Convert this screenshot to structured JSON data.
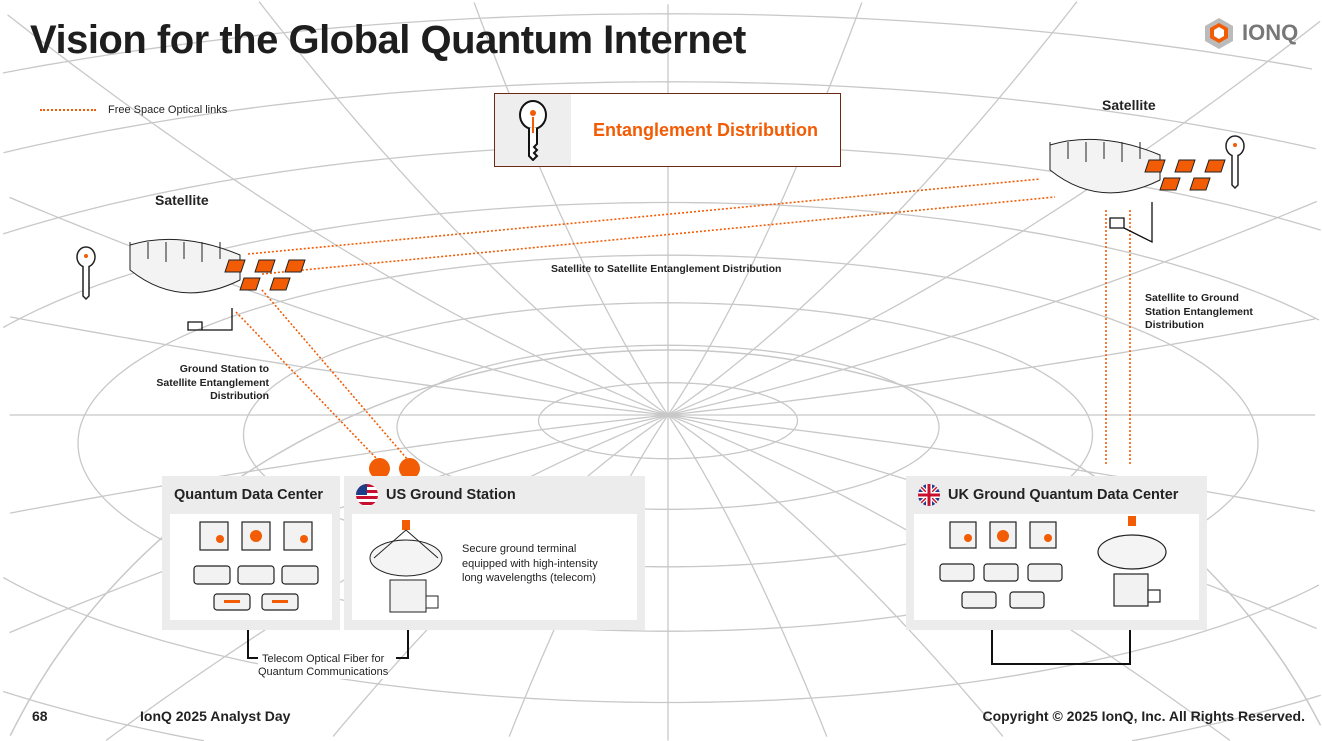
{
  "title": "Vision for the Global Quantum Internet",
  "logo": {
    "text": "IONQ",
    "accent": "#f25c05"
  },
  "legend": {
    "label": "Free Space Optical links"
  },
  "entanglement_box": {
    "label": "Entanglement Distribution"
  },
  "satellites": {
    "left": "Satellite",
    "right": "Satellite"
  },
  "links": {
    "sat_to_sat": "Satellite to Satellite Entanglement Distribution",
    "ground_to_sat": [
      "Ground Station to",
      "Satellite Entanglement",
      "Distribution"
    ],
    "sat_to_ground": [
      "Satellite to Ground",
      "Station Entanglement",
      "Distribution"
    ],
    "fiber": [
      "Telecom Optical Fiber for",
      "Quantum Communications"
    ]
  },
  "panels": {
    "qdc": {
      "title": "Quantum Data Center"
    },
    "us": {
      "title": "US Ground Station",
      "description": [
        "Secure ground terminal",
        "equipped with high-intensity",
        "long wavelengths (telecom)"
      ]
    },
    "uk": {
      "title": "UK Ground Quantum Data Center"
    }
  },
  "footer": {
    "page": "68",
    "event": "IonQ 2025 Analyst Day",
    "copyright": "Copyright © 2025 IonQ, Inc. All Rights Reserved."
  },
  "colors": {
    "accent": "#f25c05",
    "panel": "#ececec",
    "grid": "#c8c8c8"
  }
}
